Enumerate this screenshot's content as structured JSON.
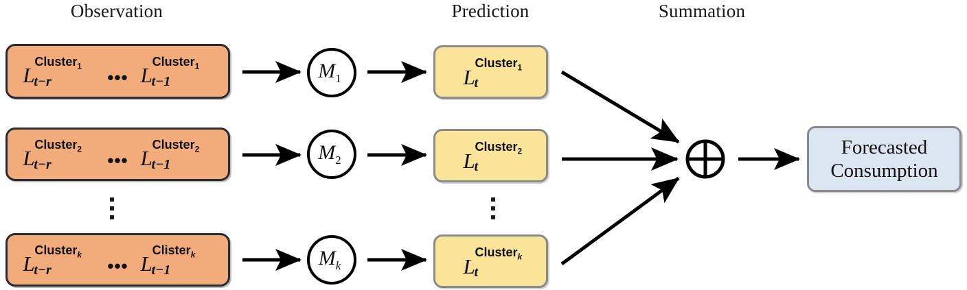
{
  "headers": {
    "observation": "Observation",
    "prediction": "Prediction",
    "summation": "Summation"
  },
  "observation_rows": [
    {
      "first": {
        "base": "L",
        "sup": "Cluster",
        "sup_index": "1",
        "sub": "t−r"
      },
      "ellipsis": "•••",
      "last": {
        "base": "L",
        "sup": "Cluster",
        "sup_index": "1",
        "sub": "t−1"
      }
    },
    {
      "first": {
        "base": "L",
        "sup": "Cluster",
        "sup_index": "2",
        "sub": "t−r"
      },
      "ellipsis": "•••",
      "last": {
        "base": "L",
        "sup": "Cluster",
        "sup_index": "2",
        "sub": "t−1"
      }
    },
    {
      "first": {
        "base": "L",
        "sup": "Cluster",
        "sup_index": "k",
        "sub": "t−r"
      },
      "ellipsis": "•••",
      "last": {
        "base": "L",
        "sup": "Clister",
        "sup_index": "k",
        "sub": "t−1"
      }
    }
  ],
  "models": [
    {
      "base": "M",
      "index": "1"
    },
    {
      "base": "M",
      "index": "2"
    },
    {
      "base": "M",
      "index": "k"
    }
  ],
  "prediction_rows": [
    {
      "base": "L",
      "sup": "Cluster",
      "sup_index": "1",
      "sub": "t"
    },
    {
      "base": "L",
      "sup": "Cluster",
      "sup_index": "2",
      "sub": "t"
    },
    {
      "base": "L",
      "sup": "Cluster",
      "sup_index": "k",
      "sub": "t"
    }
  ],
  "vertical_ellipsis": "⋮",
  "summation_symbol": "⊕",
  "output": {
    "line1": "Forecasted",
    "line2": "Consumption"
  },
  "colors": {
    "observation_fill": "#F2AC7C",
    "observation_border": "#2B2B2F",
    "prediction_fill": "#FAE49A",
    "prediction_border": "#8A8A8A",
    "output_fill": "#DCE6F1",
    "output_border": "#8A8A8A",
    "arrow": "#000000",
    "text": "#111111"
  }
}
